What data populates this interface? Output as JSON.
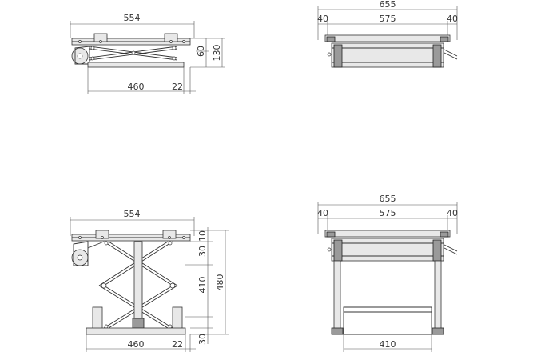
{
  "views": {
    "side_lowered": {
      "top_width": "554",
      "height_total": "130",
      "height_inner": "60",
      "base_width": "460",
      "offset": "22"
    },
    "front_lowered": {
      "overall": "655",
      "left_margin": "40",
      "center": "575",
      "right_margin": "40"
    },
    "side_raised": {
      "top_width": "554",
      "top_gap": "10",
      "upper": "30",
      "mid": "410",
      "bottom": "30",
      "total": "480",
      "base_width": "460",
      "offset": "22"
    },
    "front_raised": {
      "overall": "655",
      "left_margin": "40",
      "center": "575",
      "right_margin": "40",
      "base": "410"
    }
  }
}
